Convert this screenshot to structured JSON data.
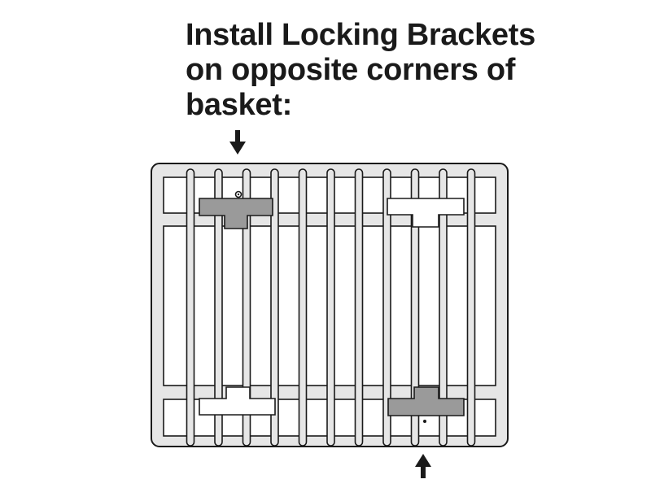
{
  "instruction": {
    "line1": "Install Locking Brackets",
    "line2": "on opposite corners of",
    "line3": "basket:"
  },
  "colors": {
    "basket_frame": "#e6e6e6",
    "outline": "#1a1a1a",
    "installed_bracket": "#9a9a9a",
    "uninstalled_bracket": "#ffffff"
  },
  "diagram": {
    "vertical_wire_count": 11,
    "installed_brackets": [
      "top-left",
      "bottom-right"
    ],
    "uninstalled_brackets": [
      "top-right",
      "bottom-left"
    ]
  }
}
